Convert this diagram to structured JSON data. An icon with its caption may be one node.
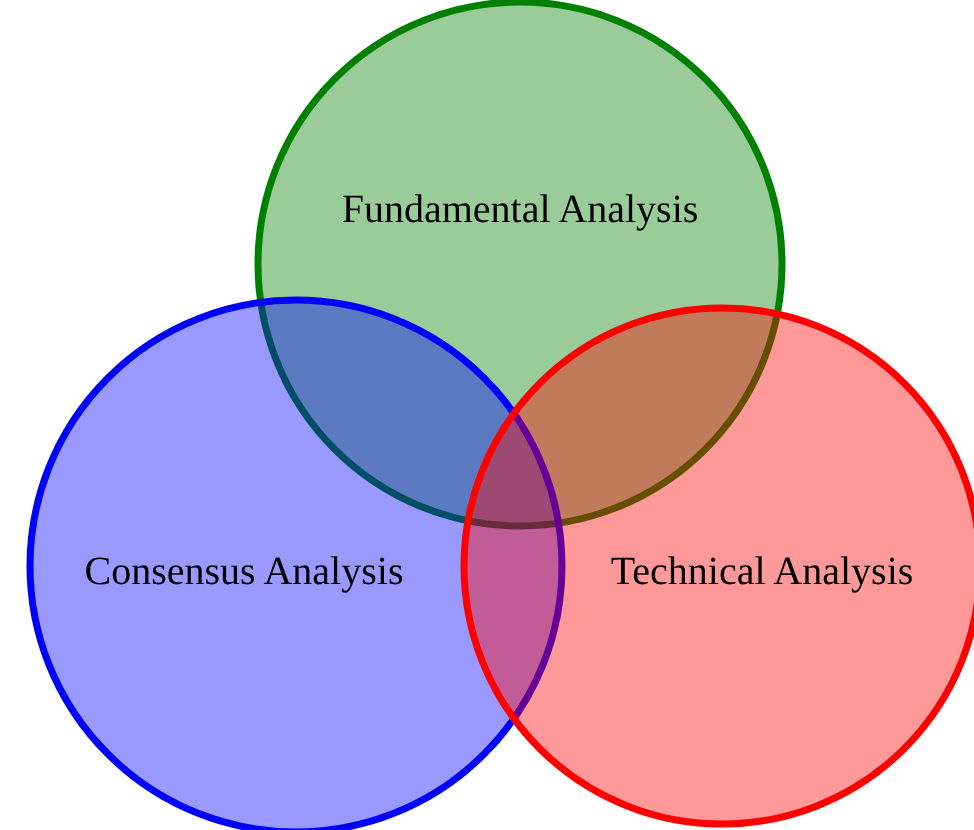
{
  "diagram": {
    "nodes": [
      {
        "text": [
          "Fundamental Analysis"
        ]
      },
      {
        "text": [
          "Consensus Analysis"
        ]
      },
      {
        "text": [
          "Technical Analysis"
        ]
      }
    ]
  }
}
